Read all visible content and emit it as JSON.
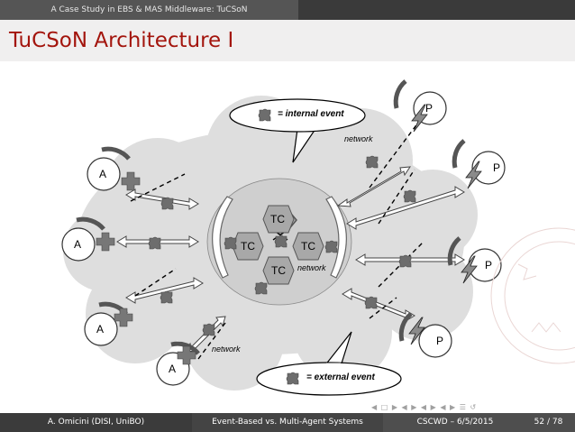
{
  "header": {
    "section": "A Case Study in EBS & MAS Middleware: TuCSoN",
    "title": "TuCSoN Architecture I"
  },
  "diagram": {
    "agents": [
      "A",
      "A",
      "A",
      "A"
    ],
    "probes": [
      "P",
      "P",
      "P",
      "P"
    ],
    "centres": [
      "TC",
      "TC",
      "TC",
      "TC"
    ],
    "network_labels": [
      "network",
      "network",
      "network"
    ],
    "legend_internal": "= internal event",
    "legend_external": "= external event",
    "colors": {
      "cloud": "#dedede",
      "inner_cloud": "#cfcfcf",
      "hexagon": "#a8a8a8",
      "piece": "#6d6d6d"
    }
  },
  "navigation": {
    "icons": [
      "nav-frame-back-icon",
      "nav-frame-forward-icon",
      "nav-subsection-icon",
      "nav-section-icon",
      "nav-find-icon"
    ],
    "glyphs": [
      "◀",
      "□",
      "▶",
      "◀",
      "▶",
      "◀",
      "▶",
      "◀",
      "▶",
      "☰",
      "↺"
    ]
  },
  "footer": {
    "author": "A. Omicini  (DISI, UniBO)",
    "talk": "Event-Based vs. Multi-Agent Systems",
    "event": "CSCWD – 6/5/2015",
    "page": "52 / 78"
  }
}
